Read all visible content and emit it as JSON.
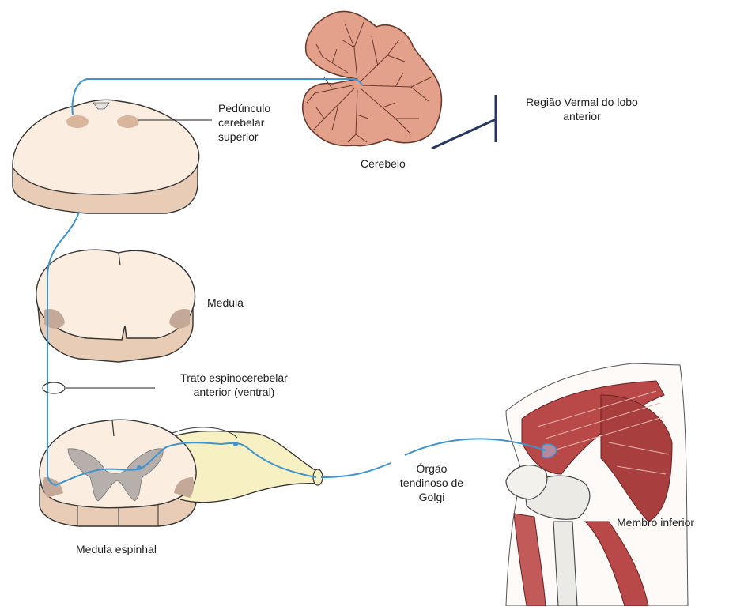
{
  "labels": {
    "peduncle": "Pedúnculo\ncerebelar\nsuperior",
    "cerebellum": "Cerebelo",
    "vermal_region": "Região Vermal do lobo\nanterior",
    "medulla": "Medula",
    "tract": "Trato espinocerebelar\nanterior (ventral)",
    "golgi_organ": "Órgão\ntendinoso de\nGolgi",
    "spinal_cord": "Medula espinhal",
    "lower_limb": "Membro inferior"
  },
  "colors": {
    "pathway": "#3d94cf",
    "tissue": "#fbeee1",
    "tissue_side": "#e8ccb5",
    "outline": "#333333",
    "cerebellum": "#e3a08b",
    "cerebellum_outline": "#6a3a2c",
    "grey_matter": "#b6afab",
    "tract_patch": "#c4a898",
    "muscle": "#b94848",
    "tendon": "#ebeae5",
    "bracket": "#26365f"
  }
}
